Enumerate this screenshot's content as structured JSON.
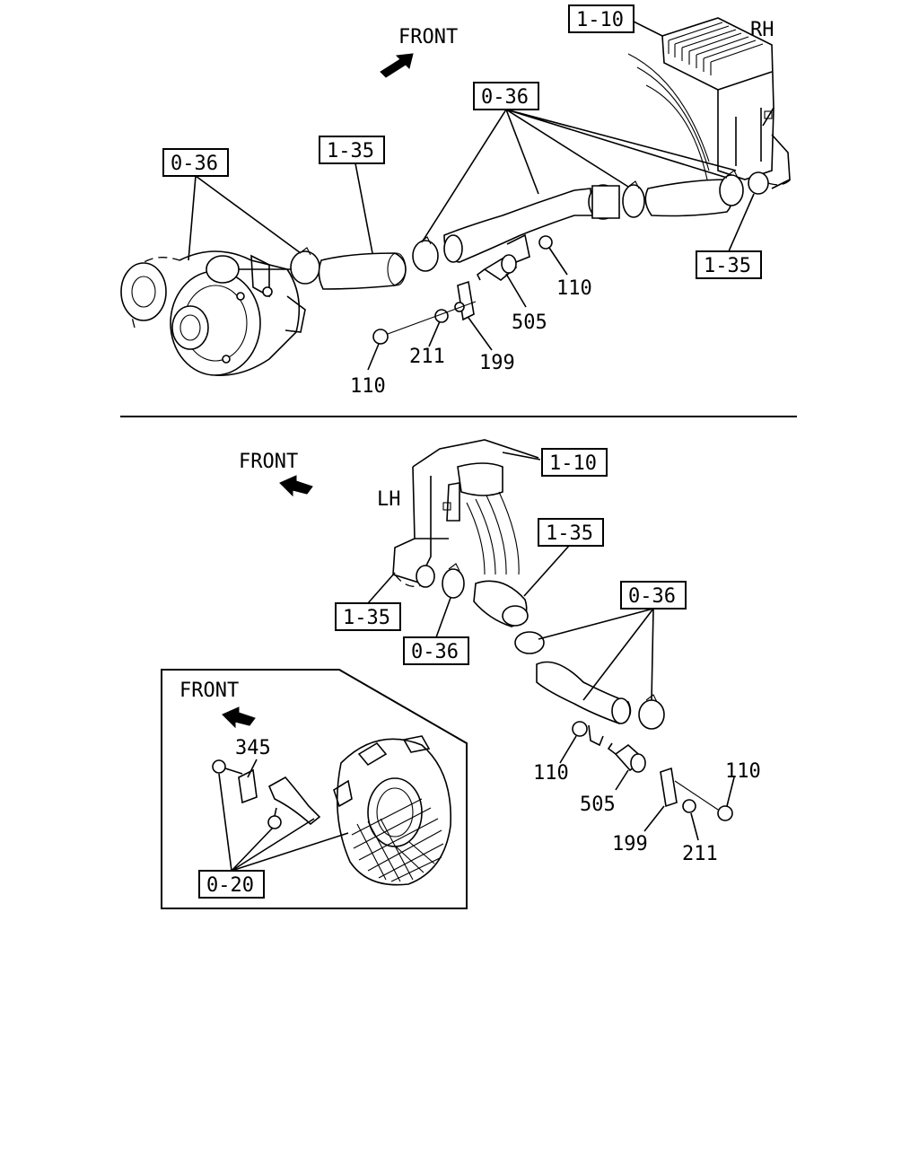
{
  "top_view": {
    "side": "RH",
    "front": "FRONT",
    "refs": {
      "ref_1_10": "1-10",
      "ref_0_36_left": "0-36",
      "ref_1_35_mid": "1-35",
      "ref_0_36_mid": "0-36",
      "ref_1_35_right": "1-35"
    },
    "parts": {
      "p110_a": "110",
      "p505": "505",
      "p211": "211",
      "p199": "199",
      "p110_b": "110"
    }
  },
  "bottom_view": {
    "side": "LH",
    "front": "FRONT",
    "refs": {
      "ref_1_10": "1-10",
      "ref_1_35_upper": "1-35",
      "ref_0_36_right": "0-36",
      "ref_1_35_left": "1-35",
      "ref_0_36_left": "0-36"
    },
    "parts": {
      "p110_a": "110",
      "p110_b": "110",
      "p505": "505",
      "p199": "199",
      "p211": "211"
    }
  },
  "inset": {
    "front": "FRONT",
    "part_345": "345",
    "ref_0_20": "0-20"
  }
}
